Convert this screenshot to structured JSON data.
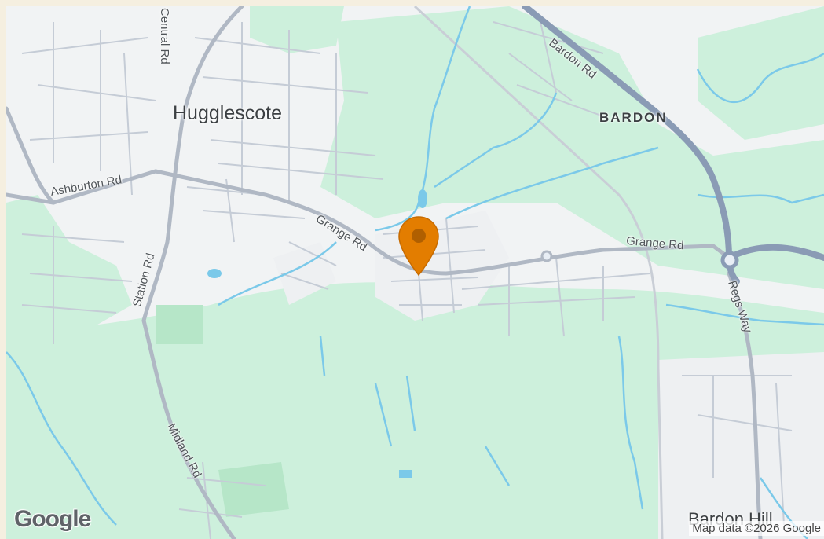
{
  "map": {
    "places": {
      "hugglescote": "Hugglescote",
      "bardon": "BARDON",
      "bardon_hill": "Bardon Hill"
    },
    "roads": {
      "central_rd": "Central Rd",
      "bardon_rd": "Bardon Rd",
      "ashburton_rd": "Ashburton Rd",
      "grange_rd_west": "Grange Rd",
      "grange_rd_east": "Grange Rd",
      "station_rd": "Station Rd",
      "regs_way": "Regs Way",
      "midland_rd": "Midland Rd"
    },
    "logo": "Google",
    "attribution": "Map data ©2026 Google",
    "marker_icon": "map-pin-icon",
    "colors": {
      "land": "#f1f3f4",
      "park": "#cdf0dc",
      "water": "#7bc9e9",
      "major_road": "#8a9bb5",
      "minor_road": "#c5ccd6",
      "marker": "#e37d00"
    }
  }
}
